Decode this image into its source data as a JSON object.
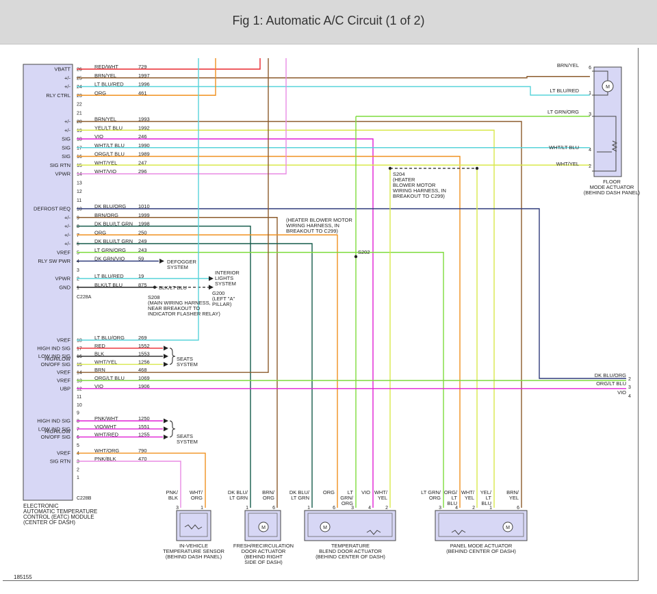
{
  "header": {
    "title": "Fig 1: Automatic A/C Circuit (1 of 2)"
  },
  "figure_id": "185155",
  "colors": {
    "red": "#e8262d",
    "brown": "#8b5a2b",
    "orange": "#f0901e",
    "ltblue": "#57d3da",
    "ltgreen": "#7ddc3c",
    "yellow": "#d8e84a",
    "violet": "#e01fd6",
    "pink": "#e88ae3",
    "white": "#c8c8c8",
    "dkblue": "#2e3a7a",
    "dkgreen": "#145a4a",
    "black": "#222222",
    "module_fill": "#d7d7f5",
    "actuator_fill": "#d7d7f5"
  },
  "module": {
    "connector_a": "C228A",
    "connector_b": "C228B",
    "caption": [
      "ELECTRONIC",
      "AUTOMATIC TEMPERATURE",
      "CONTROL (EATC) MODULE",
      "(CENTER OF DASH)"
    ]
  },
  "pins_a": [
    {
      "pin": "26",
      "func": "VBATT",
      "wire": "RED/WHT",
      "circuit": "729"
    },
    {
      "pin": "25",
      "func": "+/-",
      "wire": "BRN/YEL",
      "circuit": "1997"
    },
    {
      "pin": "24",
      "func": "+/-",
      "wire": "LT BLU/RED",
      "circuit": "1996"
    },
    {
      "pin": "23",
      "func": "RLY CTRL",
      "wire": "ORG",
      "circuit": "461"
    },
    {
      "pin": "22",
      "func": "",
      "wire": "",
      "circuit": ""
    },
    {
      "pin": "21",
      "func": "",
      "wire": "",
      "circuit": ""
    },
    {
      "pin": "20",
      "func": "+/-",
      "wire": "BRN/YEL",
      "circuit": "1993"
    },
    {
      "pin": "19",
      "func": "+/-",
      "wire": "YEL/LT BLU",
      "circuit": "1992"
    },
    {
      "pin": "18",
      "func": "SIG",
      "wire": "VIO",
      "circuit": "246"
    },
    {
      "pin": "17",
      "func": "SIG",
      "wire": "WHT/LT BLU",
      "circuit": "1990"
    },
    {
      "pin": "16",
      "func": "SIG",
      "wire": "ORG/LT BLU",
      "circuit": "1989"
    },
    {
      "pin": "15",
      "func": "SIG RTN",
      "wire": "WHT/YEL",
      "circuit": "247"
    },
    {
      "pin": "14",
      "func": "VPWR",
      "wire": "WHT/VIO",
      "circuit": "296"
    },
    {
      "pin": "13",
      "func": "",
      "wire": "",
      "circuit": ""
    },
    {
      "pin": "12",
      "func": "",
      "wire": "",
      "circuit": ""
    },
    {
      "pin": "11",
      "func": "",
      "wire": "",
      "circuit": ""
    },
    {
      "pin": "10",
      "func": "DEFROST REQ",
      "wire": "DK BLU/ORG",
      "circuit": "1010"
    },
    {
      "pin": "9",
      "func": "+/-",
      "wire": "BRN/ORG",
      "circuit": "1999"
    },
    {
      "pin": "8",
      "func": "+/-",
      "wire": "DK BLU/LT GRN",
      "circuit": "1998"
    },
    {
      "pin": "7",
      "func": "+/-",
      "wire": "ORG",
      "circuit": "250"
    },
    {
      "pin": "6",
      "func": "+/-",
      "wire": "DK BLU/LT GRN",
      "circuit": "249"
    },
    {
      "pin": "5",
      "func": "VREF",
      "wire": "LT GRN/ORG",
      "circuit": "243"
    },
    {
      "pin": "4",
      "func": "RLY SW PWR",
      "wire": "DK GRN/VIO",
      "circuit": "59"
    },
    {
      "pin": "3",
      "func": "",
      "wire": "",
      "circuit": ""
    },
    {
      "pin": "2",
      "func": "VPWR",
      "wire": "LT BLU/RED",
      "circuit": "19"
    },
    {
      "pin": "1",
      "func": "GND",
      "wire": "BLK/LT BLU",
      "circuit": "875"
    }
  ],
  "pins_b": [
    {
      "pin": "18",
      "func": "VREF",
      "wire": "LT BLU/ORG",
      "circuit": "269"
    },
    {
      "pin": "17",
      "func": "HIGH IND SIG",
      "wire": "RED",
      "circuit": "1552"
    },
    {
      "pin": "16",
      "func": "LOW IND SIG",
      "wire": "BLK",
      "circuit": "1553"
    },
    {
      "pin": "15",
      "func": "HIGH/LOW ON/OFF SIG",
      "wire": "WHT/YEL",
      "circuit": "1256"
    },
    {
      "pin": "14",
      "func": "VREF",
      "wire": "BRN",
      "circuit": "468"
    },
    {
      "pin": "13",
      "func": "VREF",
      "wire": "ORG/LT BLU",
      "circuit": "1069"
    },
    {
      "pin": "12",
      "func": "UBP",
      "wire": "VIO",
      "circuit": "1906"
    },
    {
      "pin": "11",
      "func": "",
      "wire": "",
      "circuit": ""
    },
    {
      "pin": "10",
      "func": "",
      "wire": "",
      "circuit": ""
    },
    {
      "pin": "9",
      "func": "",
      "wire": "",
      "circuit": ""
    },
    {
      "pin": "8",
      "func": "HIGH IND SIG",
      "wire": "PNK/WHT",
      "circuit": "1250"
    },
    {
      "pin": "7",
      "func": "LOW IND SIG",
      "wire": "VIO/WHT",
      "circuit": "1551"
    },
    {
      "pin": "6",
      "func": "HIGH/LOW ON/OFF SIG",
      "wire": "WHT/RED",
      "circuit": "1255"
    },
    {
      "pin": "5",
      "func": "",
      "wire": "",
      "circuit": ""
    },
    {
      "pin": "4",
      "func": "VREF",
      "wire": "WHT/ORG",
      "circuit": "790"
    },
    {
      "pin": "3",
      "func": "SIG RTN",
      "wire": "PNK/BLK",
      "circuit": "470"
    },
    {
      "pin": "2",
      "func": "",
      "wire": "",
      "circuit": ""
    },
    {
      "pin": "1",
      "func": "",
      "wire": "",
      "circuit": ""
    }
  ],
  "labels": {
    "defogger": [
      "DEFOGGER",
      "SYSTEM"
    ],
    "interior_lights": [
      "INTERIOR",
      "LIGHTS",
      "SYSTEM"
    ],
    "g200": [
      "G200",
      "(LEFT \"A\"",
      "PILLAR)"
    ],
    "s208": [
      "S208",
      "(MAIN WIRING HARNESS,",
      "NEAR BREAKOUT TO",
      "INDICATOR FLASHER RELAY)"
    ],
    "s208_wire": "BLK/LT BLU",
    "seats": [
      "SEATS",
      "SYSTEM"
    ],
    "s202_note": [
      "(HEATER BLOWER MOTOR",
      "WIRING HARNESS, IN",
      "BREAKOUT TO C299)"
    ],
    "s202": "S202",
    "s204": [
      "S204",
      "(HEATER",
      "BLOWER MOTOR",
      "WIRING HARNESS, IN",
      "BREAKOUT TO C299)"
    ]
  },
  "floor_actuator": {
    "name": [
      "FLOOR",
      "MODE ACTUATOR",
      "(BEHIND DASH PANEL)"
    ],
    "pins": [
      {
        "pin": "6",
        "wire": "BRN/YEL"
      },
      {
        "pin": "1",
        "wire": "LT BLU/RED"
      },
      {
        "pin": "3",
        "wire": "LT GRN/ORG"
      },
      {
        "pin": "4",
        "wire": "WHT/LT BLU"
      },
      {
        "pin": "2",
        "wire": "WHT/YEL"
      }
    ]
  },
  "right_exits": [
    {
      "pin": "2",
      "wire": "DK BLU/ORG"
    },
    {
      "pin": "3",
      "wire": "ORG/LT BLU"
    },
    {
      "pin": "4",
      "wire": "VIO"
    }
  ],
  "bottom_devices": [
    {
      "name": [
        "IN-VEHICLE",
        "TEMPERATURE SENSOR",
        "(BEHIND DASH PANEL)"
      ],
      "pins": [
        {
          "pin": "3",
          "wire": [
            "PNK/",
            "BLK"
          ]
        },
        {
          "pin": "1",
          "wire": [
            "WHT/",
            "ORG"
          ]
        }
      ]
    },
    {
      "name": [
        "FRESH/RECIRCULATION",
        "DOOR ACTUATOR",
        "(BEHIND RIGHT",
        "SIDE OF DASH)"
      ],
      "pins": [
        {
          "pin": "1",
          "wire": [
            "DK BLU/",
            "LT GRN"
          ]
        },
        {
          "pin": "6",
          "wire": [
            "BRN/",
            "ORG"
          ]
        }
      ]
    },
    {
      "name": [
        "TEMPERATURE",
        "BLEND DOOR ACTUATOR",
        "(BEHIND CENTER OF DASH)"
      ],
      "pins": [
        {
          "pin": "1",
          "wire": [
            "DK BLU/",
            "LT GRN"
          ]
        },
        {
          "pin": "6",
          "wire": [
            "ORG",
            ""
          ]
        },
        {
          "pin": "3",
          "wire": [
            "LT",
            "GRN/",
            "ORG"
          ]
        },
        {
          "pin": "4",
          "wire": [
            "VIO",
            ""
          ]
        },
        {
          "pin": "2",
          "wire": [
            "WHT/",
            "YEL"
          ]
        }
      ]
    },
    {
      "name": [
        "PANEL MODE ACTUATOR",
        "(BEHIND CENTER OF DASH)"
      ],
      "pins": [
        {
          "pin": "3",
          "wire": [
            "LT GRN/",
            "ORG"
          ]
        },
        {
          "pin": "4",
          "wire": [
            "ORG/",
            "LT",
            "BLU"
          ]
        },
        {
          "pin": "2",
          "wire": [
            "WHT/",
            "YEL"
          ]
        },
        {
          "pin": "1",
          "wire": [
            "YEL/",
            "LT",
            "BLU"
          ]
        },
        {
          "pin": "6",
          "wire": [
            "BRN/",
            "YEL"
          ]
        }
      ]
    }
  ]
}
